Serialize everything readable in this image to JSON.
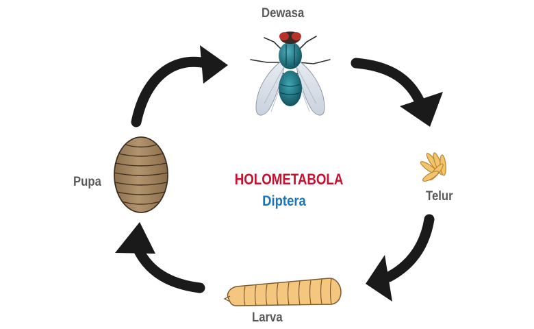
{
  "diagram": {
    "title": "HOLOMETABOLA",
    "subtitle": "Diptera",
    "stages": [
      {
        "label": "Dewasa",
        "icon": "fly-icon"
      },
      {
        "label": "Telur",
        "icon": "egg-cluster-icon"
      },
      {
        "label": "Larva",
        "icon": "larva-icon"
      },
      {
        "label": "Pupa",
        "icon": "pupa-icon"
      }
    ]
  },
  "colors": {
    "title": "#c8102e",
    "subtitle": "#1a75bc",
    "label": "#5a5a5a",
    "arrow": "#1a1a1a",
    "pupa": "#a88a66",
    "larva": "#f5c77e",
    "egg": "#f2c46d",
    "fly_body": "#1a6f7c"
  }
}
